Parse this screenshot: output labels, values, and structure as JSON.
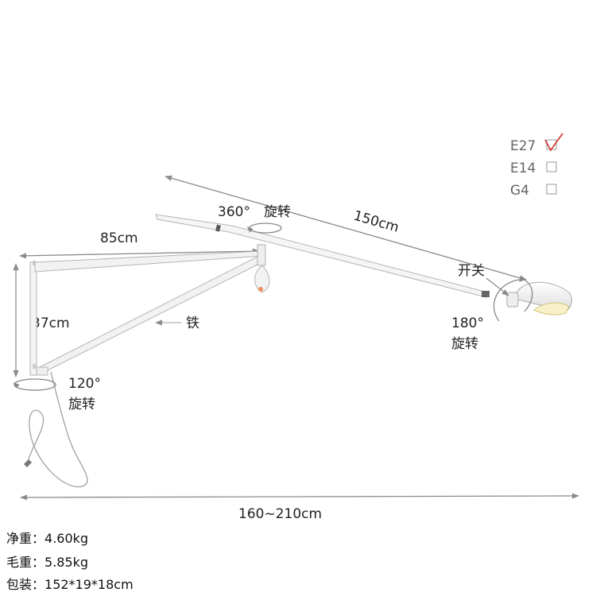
{
  "dimensions": {
    "arm_length": "150cm",
    "upper_arm": "85cm",
    "bracket_height": "37cm",
    "total_span": "160~210cm"
  },
  "rotations": {
    "arm_angle": "360°",
    "arm_label": "旋转",
    "shade_angle": "180°",
    "shade_label": "旋转",
    "base_angle": "120°",
    "base_label": "旋转"
  },
  "labels": {
    "switch": "开关",
    "material": "铁"
  },
  "socket_options": [
    {
      "name": "E27",
      "checked": true
    },
    {
      "name": "E14",
      "checked": false
    },
    {
      "name": "G4",
      "checked": false
    }
  ],
  "specs": {
    "net_weight_label": "净重：",
    "net_weight": "4.60kg",
    "gross_weight_label": "毛重：",
    "gross_weight": "5.85kg",
    "package_label": "包装：",
    "package": "152*19*18cm"
  },
  "colors": {
    "lamp_body": "#f2f2f2",
    "lamp_outline": "#b5b5b5",
    "dimension_line": "#8a8a8a",
    "rotation_arrow": "#888888",
    "checkmark": "#d0302a",
    "bulb_inner": "#f7f0c8"
  }
}
